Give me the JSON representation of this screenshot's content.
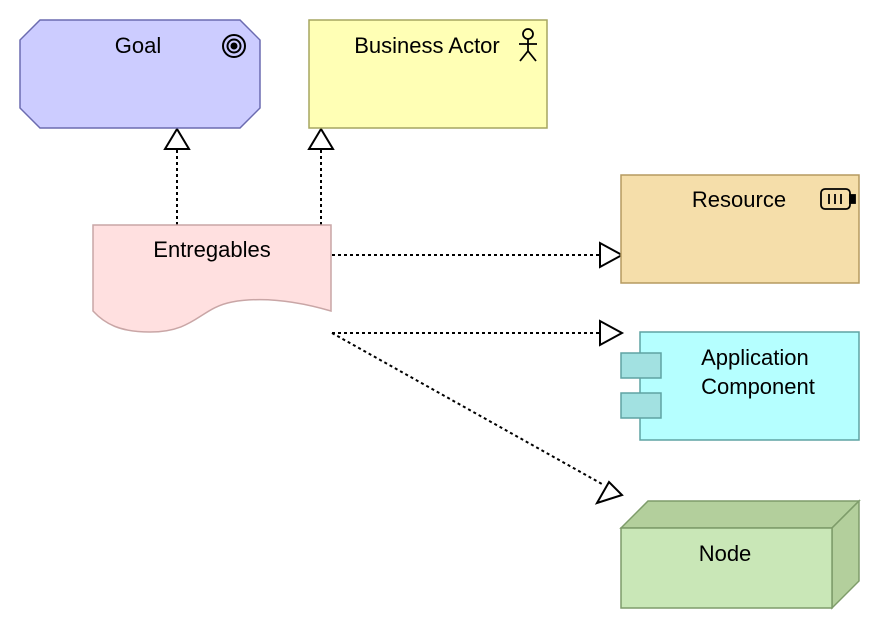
{
  "elements": {
    "goal": {
      "label": "Goal",
      "type": "Goal",
      "fill": "#ccccff",
      "icon": "target-icon"
    },
    "business_actor": {
      "label": "Business Actor",
      "type": "Business Actor",
      "fill": "#ffffb5",
      "icon": "stick-figure-icon"
    },
    "entregables": {
      "label": "Entregables",
      "type": "Representation",
      "fill": "#ffe0e0"
    },
    "resource": {
      "label": "Resource",
      "type": "Resource",
      "fill": "#f5deaa",
      "icon": "battery-icon"
    },
    "application_component": {
      "label_line1": "Application",
      "label_line2": "Component",
      "type": "Application Component",
      "fill": "#b5ffff",
      "icon": "component-tabs-icon"
    },
    "node": {
      "label": "Node",
      "type": "Node",
      "fill": "#c9e7b7"
    }
  },
  "relationships": [
    {
      "from": "Entregables",
      "to": "Goal",
      "type": "realization"
    },
    {
      "from": "Entregables",
      "to": "Business Actor",
      "type": "realization"
    },
    {
      "from": "Entregables",
      "to": "Resource",
      "type": "realization"
    },
    {
      "from": "Entregables",
      "to": "Application Component",
      "type": "realization"
    },
    {
      "from": "Entregables",
      "to": "Node",
      "type": "realization"
    }
  ]
}
